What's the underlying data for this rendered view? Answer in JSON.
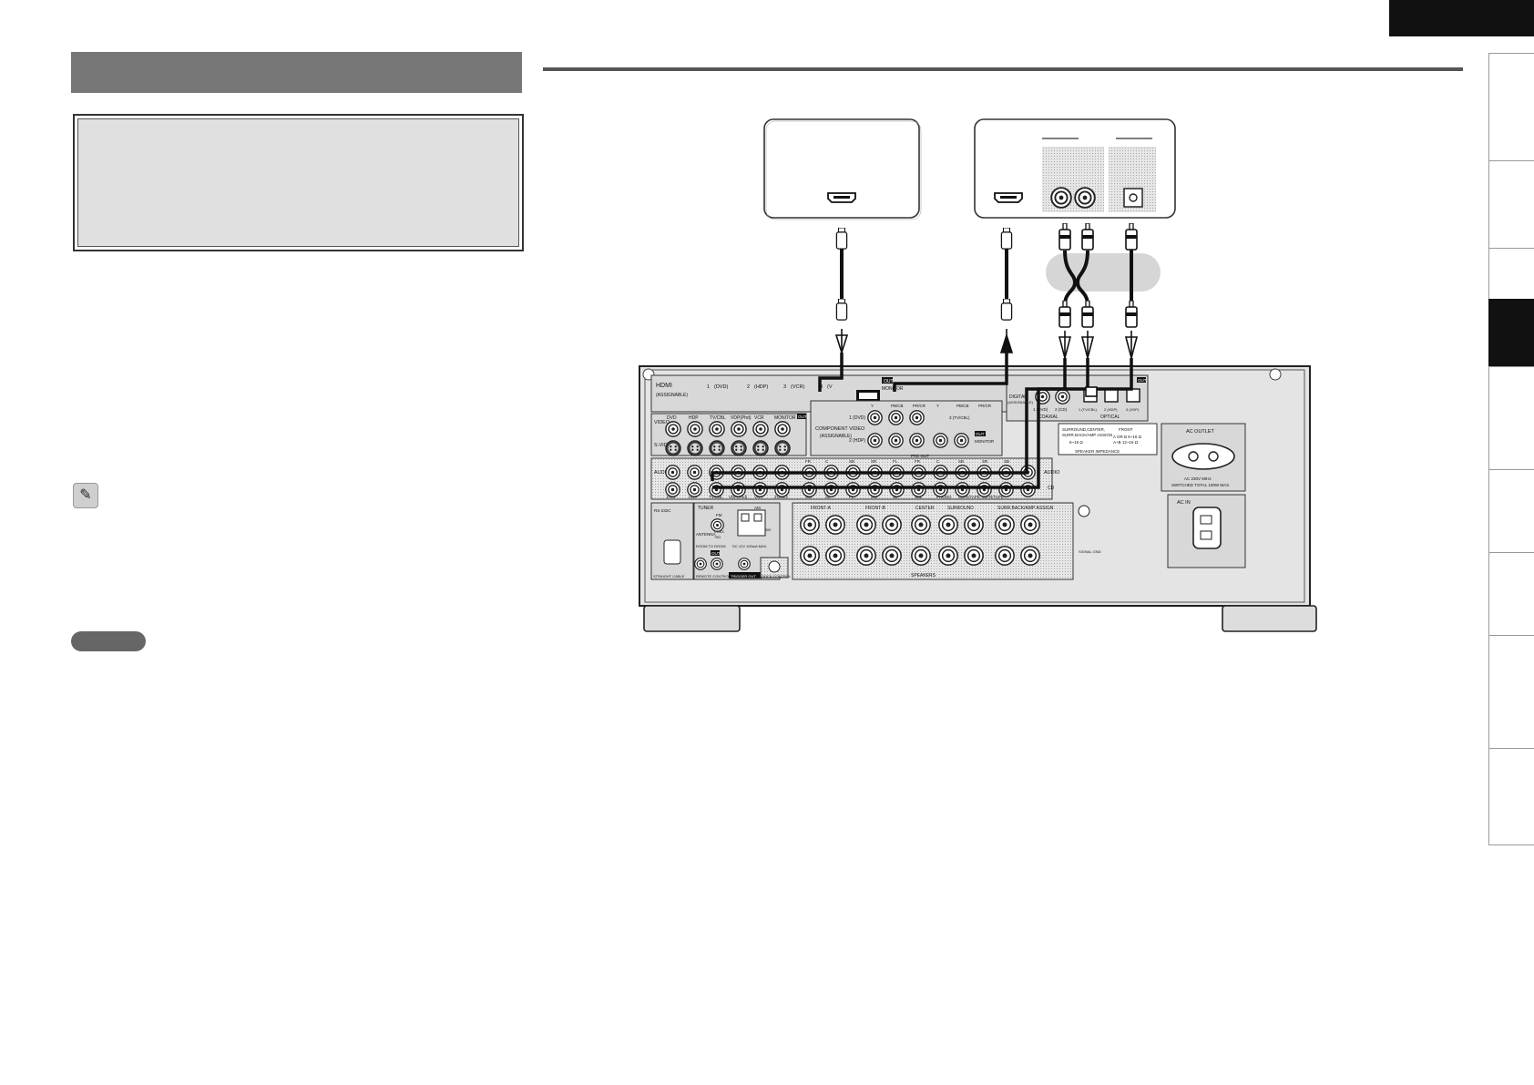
{
  "sidebar": {
    "tabs": [
      {
        "id": "tab-1",
        "active": false
      },
      {
        "id": "tab-2",
        "active": false
      },
      {
        "id": "tab-3",
        "active": false
      },
      {
        "id": "tab-4",
        "active": true
      },
      {
        "id": "tab-5",
        "active": false
      },
      {
        "id": "tab-6",
        "active": false
      },
      {
        "id": "tab-7",
        "active": false
      },
      {
        "id": "tab-8",
        "active": false
      },
      {
        "id": "tab-9",
        "active": false
      }
    ]
  },
  "colors": {
    "header_gray": "#777777",
    "box_fill": "#e0e0e0",
    "active_tab": "#111111"
  },
  "icons": {
    "note": "pencil-icon"
  },
  "receiver": {
    "hdmi": {
      "section_label": "HDMI",
      "assignable_label": "(ASSIGNABLE)",
      "inputs": [
        {
          "num": "1",
          "label": "(DVD)"
        },
        {
          "num": "2",
          "label": "(HDP)"
        },
        {
          "num": "3",
          "label": "(VCR)"
        },
        {
          "num": "4",
          "label": "(V"
        }
      ],
      "out_badge": "OUT",
      "monitor_label": "MONITOR"
    },
    "video_row": {
      "label": "VIDEO",
      "sources": [
        "DVD",
        "HDP",
        "TV/CBL",
        "VDP(Phd)",
        "VCR",
        "MONITOR"
      ],
      "out_badge": "OUT"
    },
    "svideo_label": "S-VIDEO",
    "component": {
      "label_line1": "COMPONENT VIDEO",
      "label_line2": "(ASSIGNABLE)",
      "row1": "1 (DVD)",
      "row2": "2 (HDP)",
      "headers": [
        "Y",
        "PB/CB",
        "PR/CR",
        "Y",
        "PB/CB",
        "PR/CR"
      ],
      "input3": "3 (TV/CBL)",
      "out_badge": "OUT",
      "monitor_label": "MONITOR"
    },
    "audio": {
      "label": "AUDIO",
      "bottom_sources": [
        "DVD",
        "HDP",
        "TV/CBL",
        "VDP(Phd)",
        "VCR",
        "ZONE2",
        "SW",
        "SL",
        "FL",
        "SW",
        "SL",
        "SBL",
        "PHONO",
        "CD-R/TAPE",
        "CD-R/TAPE"
      ],
      "multi_labels": [
        "FR",
        "C",
        "SB",
        "SR",
        "FL",
        "FR",
        "C",
        "SB",
        "SR",
        "SB"
      ],
      "pre_out": "PRE OUT",
      "right_label": "AUDIO",
      "cd_label": "CD"
    },
    "digital": {
      "label_line1": "DIGITAL",
      "label_line2": "(ASSIGNABLE)",
      "coaxial_inputs": [
        "1 (DVD)",
        "2 (CD)"
      ],
      "coaxial_label": "COAXIAL",
      "optical_inputs": [
        "1 (TV/CBL)",
        "2 (HDP)",
        "3 (VDP)"
      ],
      "optical_label": "OPTICAL",
      "out_badge": "OUT"
    },
    "impedance": {
      "left_line1": "SURROUND,CENTER,",
      "left_line2": "SURR.BACK/AMP ASSIGN",
      "left_line3": "6~16 Ω",
      "right_title": "FRONT",
      "right_line1": "A OR B  6~16 Ω",
      "right_line2": "A+B    12~16 Ω",
      "footer": "SPEAKER IMPEDANCE"
    },
    "ac_outlet": {
      "title": "AC OUTLET",
      "line1": "AC 230V  50Hz",
      "line2": "SWITCHED TOTAL 100W MAX."
    },
    "ac_in": {
      "title": "AC IN"
    },
    "lower_left": {
      "rs232c": "RS-232C",
      "straight_cable": "STRAIGHT CABLE",
      "tuner": "TUNER",
      "fm": "FM",
      "am": "AM",
      "antenna": "ANTENNA",
      "coax": "COAX.",
      "ohm75": "75Ω",
      "ohm300": "300",
      "room_to_room": "ROOM TO ROOM",
      "out_badge": "OUT",
      "remote_control": "REMOTE CONTROL",
      "dc12": "DC 12V 150mA MAX.",
      "trigger_out": "TRIGGER OUT",
      "dock_control": "DOCK CONTROL"
    },
    "speakers": {
      "groups": [
        "FRONT-A",
        "FRONT-B",
        "CENTER",
        "SURROUND",
        "SURR.BACK/AMP ASSIGN"
      ],
      "footer": "SPEAKERS",
      "signal_gnd": "SIGNAL GND"
    }
  }
}
